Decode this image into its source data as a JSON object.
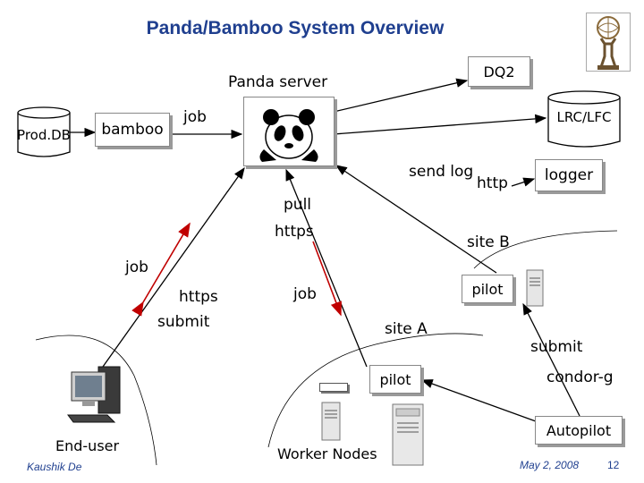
{
  "title": "Panda/Bamboo System Overview",
  "nodes": {
    "panda_server": "Panda server",
    "dq2": "DQ2",
    "prod_db": "Prod.DB",
    "bamboo": "bamboo",
    "lrc_lfc": "LRC/LFC",
    "logger": "logger",
    "end_user": "End-user",
    "pilot_b": "pilot",
    "pilot_a": "pilot",
    "autopilot": "Autopilot",
    "worker_nodes": "Worker Nodes"
  },
  "labels": {
    "job_top": "job",
    "send_log": "send log",
    "http": "http",
    "pull": "pull",
    "https_center": "https",
    "site_b": "site B",
    "job_left": "job",
    "https_left": "https",
    "submit_left": "submit",
    "job_center": "job",
    "site_a": "site A",
    "submit_right": "submit",
    "condor_g": "condor-g"
  },
  "footer": {
    "author": "Kaushik De",
    "date": "May 2, 2008",
    "page": "12"
  },
  "colors": {
    "title": "#1f3f8f",
    "arrow_red": "#c00000",
    "line": "#000000"
  }
}
